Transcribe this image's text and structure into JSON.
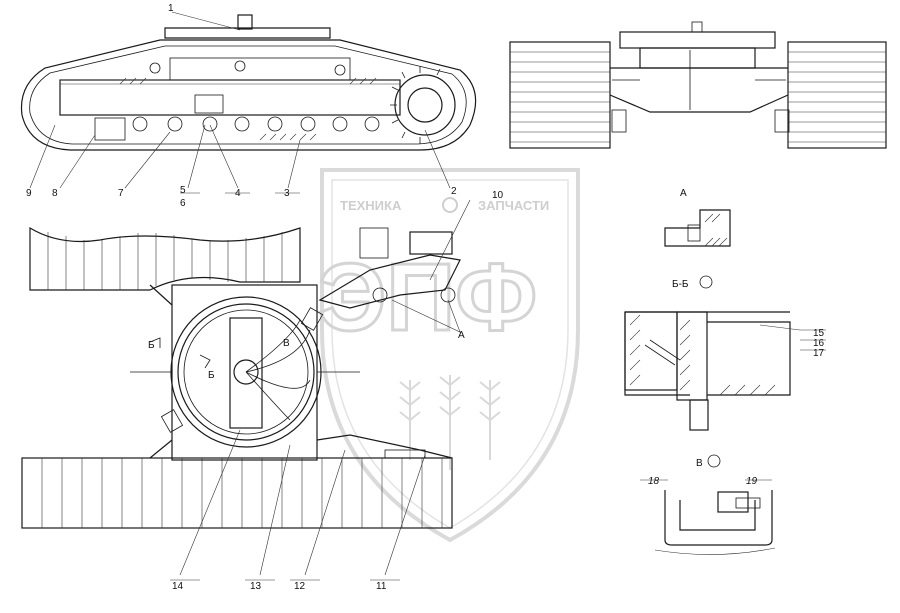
{
  "watermark": {
    "left_text": "ТЕХНИКА",
    "right_text": "ЗАПЧАСТИ",
    "logo_letters": "ЭПФ"
  },
  "callouts": {
    "c1": "1",
    "c2": "2",
    "c3": "3",
    "c4": "4",
    "c5": "5",
    "c6": "6",
    "c7": "7",
    "c8": "8",
    "c9": "9",
    "c10": "10",
    "c11": "11",
    "c12": "12",
    "c13": "13",
    "c14": "14",
    "c15": "15",
    "c16": "16",
    "c17": "17",
    "c18": "18",
    "c19": "19"
  },
  "views": {
    "view_a": "А",
    "section_bb": "Б-Б",
    "view_v": "В",
    "mark_a": "А",
    "mark_b1": "Б",
    "mark_b2": "Б",
    "mark_v": "В"
  },
  "colors": {
    "line": "#1a1a1a",
    "watermark": "#d0d0d0"
  }
}
